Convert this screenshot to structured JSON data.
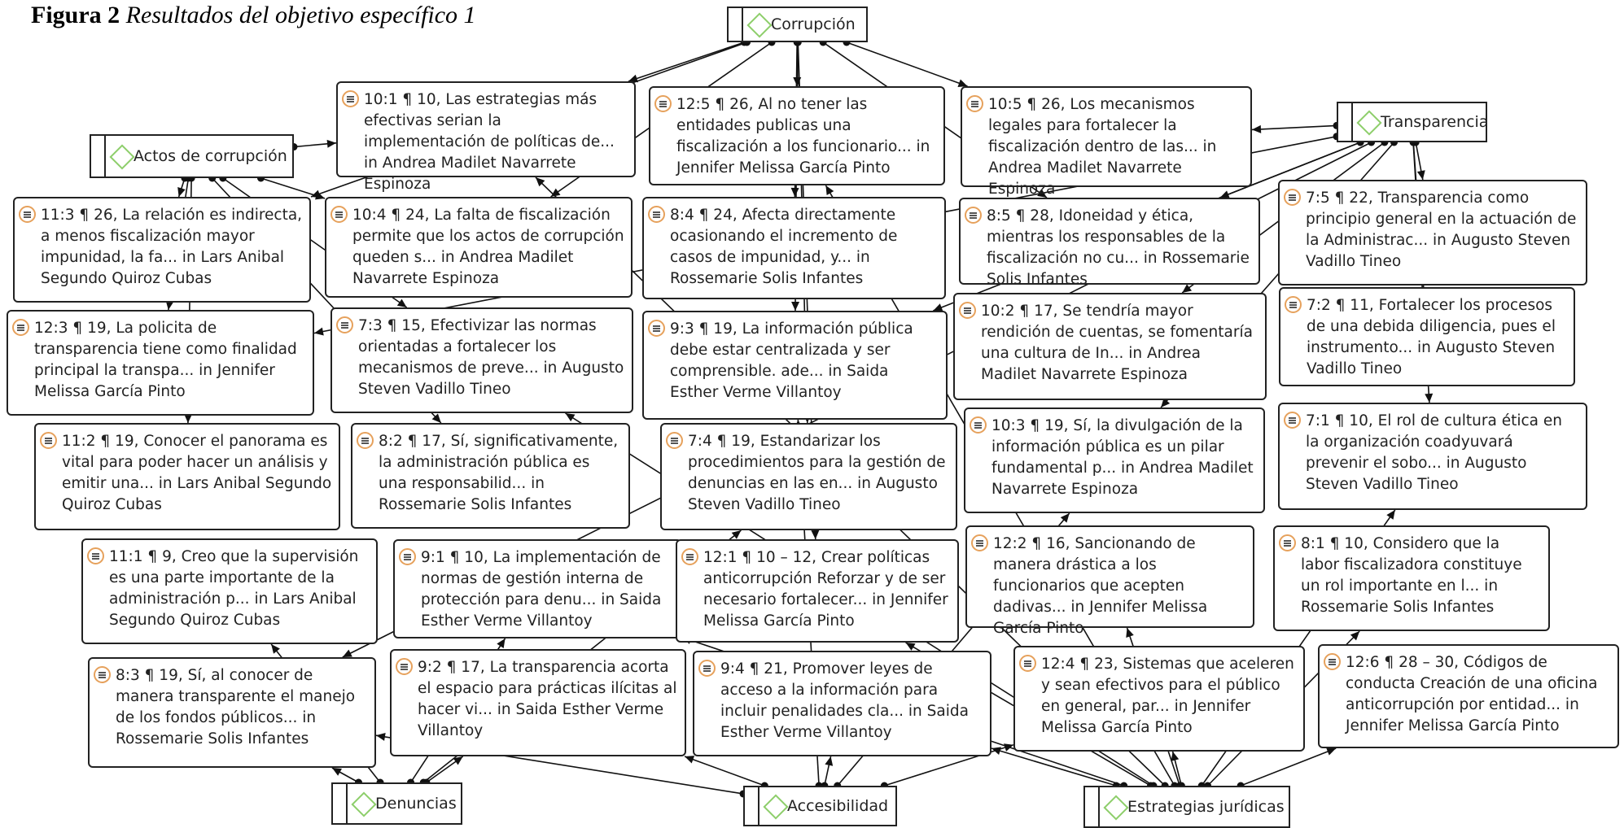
{
  "caption": {
    "label": "Figura 2",
    "title": "Resultados del objetivo específico 1"
  },
  "codes": [
    {
      "id": "corrupcion",
      "label": "Corrupción"
    },
    {
      "id": "transparencia",
      "label": "Transparencia"
    },
    {
      "id": "actos",
      "label": "Actos de corrupción"
    },
    {
      "id": "denuncias",
      "label": "Denuncias"
    },
    {
      "id": "accesibilidad",
      "label": "Accesibilidad"
    },
    {
      "id": "estrategias",
      "label": "Estrategias jurídicas"
    }
  ],
  "quotes": [
    {
      "id": "q10_1",
      "text": "10:1 ¶ 10, Las estrategias más efectivas serian la implementación de políticas de... in Andrea Madilet Navarrete Espinoza"
    },
    {
      "id": "q12_5",
      "text": "12:5 ¶ 26, Al no tener las entidades publicas una fiscalización a los funcionario... in Jennifer Melissa García Pinto"
    },
    {
      "id": "q10_5",
      "text": "10:5 ¶ 26, Los mecanismos legales para fortalecer la fiscalización dentro de las... in Andrea Madilet Navarrete Espinoza"
    },
    {
      "id": "q11_3",
      "text": "11:3 ¶ 26, La relación es indirecta, a menos fiscalización mayor impunidad, la fa... in Lars Anibal Segundo Quiroz Cubas"
    },
    {
      "id": "q10_4",
      "text": "10:4 ¶ 24, La falta de fiscalización permite que los actos de corrupción queden s... in Andrea Madilet Navarrete Espinoza"
    },
    {
      "id": "q8_4",
      "text": "8:4 ¶ 24, Afecta directamente ocasionando el incremento de casos de impunidad, y... in Rossemarie Solis Infantes"
    },
    {
      "id": "q8_5",
      "text": "8:5 ¶ 28, Idoneidad y ética, mientras los responsables de la fiscalización no cu... in Rossemarie Solis Infantes"
    },
    {
      "id": "q7_5",
      "text": "7:5 ¶ 22, Transparencia como principio general en la actuación de la Administrac... in Augusto Steven Vadillo Tineo"
    },
    {
      "id": "q12_3",
      "text": "12:3 ¶ 19, La policita de transparencia tiene como finalidad principal la transpa... in Jennifer Melissa García Pinto"
    },
    {
      "id": "q7_3",
      "text": "7:3 ¶ 15, Efectivizar las normas orientadas a fortalecer los mecanismos de preve... in Augusto Steven Vadillo Tineo"
    },
    {
      "id": "q9_3",
      "text": "9:3 ¶ 19, La información pública debe estar centralizada y ser comprensible. ade... in Saida Esther Verme Villantoy"
    },
    {
      "id": "q10_2",
      "text": "10:2 ¶ 17, Se tendría mayor rendición de cuentas, se fomentaría una cultura de In... in Andrea Madilet Navarrete Espinoza"
    },
    {
      "id": "q7_2",
      "text": "7:2 ¶ 11, Fortalecer los procesos de una debida diligencia, pues el instrumento... in Augusto Steven Vadillo Tineo"
    },
    {
      "id": "q11_2",
      "text": "11:2 ¶ 19, Conocer el panorama es vital para poder hacer un análisis y emitir una... in Lars Anibal Segundo Quiroz Cubas"
    },
    {
      "id": "q8_2",
      "text": "8:2 ¶ 17, Sí, significativamente, la administración pública es una responsabilid... in Rossemarie Solis Infantes"
    },
    {
      "id": "q7_4",
      "text": "7:4 ¶ 19, Estandarizar los procedimientos para la gestión de denuncias en las en... in Augusto Steven Vadillo Tineo"
    },
    {
      "id": "q10_3",
      "text": "10:3 ¶ 19, Sí, la divulgación de la información pública es un pilar fundamental p... in Andrea Madilet Navarrete Espinoza"
    },
    {
      "id": "q7_1",
      "text": "7:1 ¶ 10, El rol de cultura ética en la organización coadyuvará prevenir el sobo... in Augusto Steven Vadillo Tineo"
    },
    {
      "id": "q11_1",
      "text": "11:1 ¶ 9, Creo que la supervisión es una parte importante de la administración p... in Lars Anibal Segundo Quiroz Cubas"
    },
    {
      "id": "q9_1",
      "text": "9:1 ¶ 10, La implementación de normas de gestión interna de protección para denu... in Saida Esther Verme Villantoy"
    },
    {
      "id": "q12_1",
      "text": "12:1 ¶ 10 – 12, Crear políticas anticorrupción Reforzar y de ser necesario fortalecer... in Jennifer Melissa García Pinto"
    },
    {
      "id": "q12_2",
      "text": "12:2 ¶ 16, Sancionando de manera drástica a los funcionarios que acepten dadivas... in Jennifer Melissa García Pinto"
    },
    {
      "id": "q8_1",
      "text": "8:1 ¶ 10, Considero que la labor fiscalizadora constituye un rol importante en l... in Rossemarie Solis Infantes"
    },
    {
      "id": "q8_3",
      "text": "8:3 ¶ 19, Sí, al conocer de manera transparente el manejo de los fondos públicos... in Rossemarie Solis Infantes"
    },
    {
      "id": "q9_2",
      "text": "9:2 ¶ 17, La transparencia acorta el espacio para prácticas ilícitas al hacer vi... in Saida Esther Verme Villantoy"
    },
    {
      "id": "q9_4",
      "text": "9:4 ¶ 21, Promover leyes de acceso a la información para incluir penalidades cla... in Saida Esther Verme Villantoy"
    },
    {
      "id": "q12_4",
      "text": "12:4 ¶ 23, Sistemas que aceleren y sean efectivos para el público en general, par... in Jennifer Melissa García Pinto"
    },
    {
      "id": "q12_6",
      "text": "12:6 ¶ 28 – 30, Códigos de conducta Creación de una oficina anticorrupción por entidad... in Jennifer Melissa García Pinto"
    }
  ],
  "links": [
    [
      "corrupcion",
      "q10_1"
    ],
    [
      "corrupcion",
      "q12_5"
    ],
    [
      "corrupcion",
      "q10_5"
    ],
    [
      "corrupcion",
      "q10_4"
    ],
    [
      "corrupcion",
      "q8_4"
    ],
    [
      "corrupcion",
      "q8_5"
    ],
    [
      "corrupcion",
      "q11_3"
    ],
    [
      "corrupcion",
      "q9_3"
    ],
    [
      "corrupcion",
      "q7_4"
    ],
    [
      "corrupcion",
      "q12_1"
    ],
    [
      "actos",
      "q10_1"
    ],
    [
      "actos",
      "q11_3"
    ],
    [
      "actos",
      "q10_4"
    ],
    [
      "actos",
      "q12_3"
    ],
    [
      "actos",
      "q7_3"
    ],
    [
      "actos",
      "q11_2"
    ],
    [
      "actos",
      "q8_2"
    ],
    [
      "transparencia",
      "q10_5"
    ],
    [
      "transparencia",
      "q8_5"
    ],
    [
      "transparencia",
      "q7_5"
    ],
    [
      "transparencia",
      "q10_2"
    ],
    [
      "transparencia",
      "q7_2"
    ],
    [
      "transparencia",
      "q10_3"
    ],
    [
      "transparencia",
      "q7_1"
    ],
    [
      "transparencia",
      "q12_3"
    ],
    [
      "transparencia",
      "q9_3"
    ],
    [
      "transparencia",
      "q8_3"
    ],
    [
      "denuncias",
      "q7_4"
    ],
    [
      "denuncias",
      "q9_1"
    ],
    [
      "denuncias",
      "q11_1"
    ],
    [
      "denuncias",
      "q8_3"
    ],
    [
      "denuncias",
      "q9_2"
    ],
    [
      "accesibilidad",
      "q9_3"
    ],
    [
      "accesibilidad",
      "q10_3"
    ],
    [
      "accesibilidad",
      "q9_4"
    ],
    [
      "accesibilidad",
      "q9_2"
    ],
    [
      "accesibilidad",
      "q8_3"
    ],
    [
      "accesibilidad",
      "q12_4"
    ],
    [
      "estrategias",
      "q10_1"
    ],
    [
      "estrategias",
      "q12_5"
    ],
    [
      "estrategias",
      "q8_1"
    ],
    [
      "estrategias",
      "q12_2"
    ],
    [
      "estrategias",
      "q12_1"
    ],
    [
      "estrategias",
      "q12_4"
    ],
    [
      "estrategias",
      "q12_6"
    ],
    [
      "estrategias",
      "q9_4"
    ],
    [
      "estrategias",
      "q9_1"
    ],
    [
      "estrategias",
      "q7_1"
    ],
    [
      "estrategias",
      "q7_3"
    ]
  ]
}
